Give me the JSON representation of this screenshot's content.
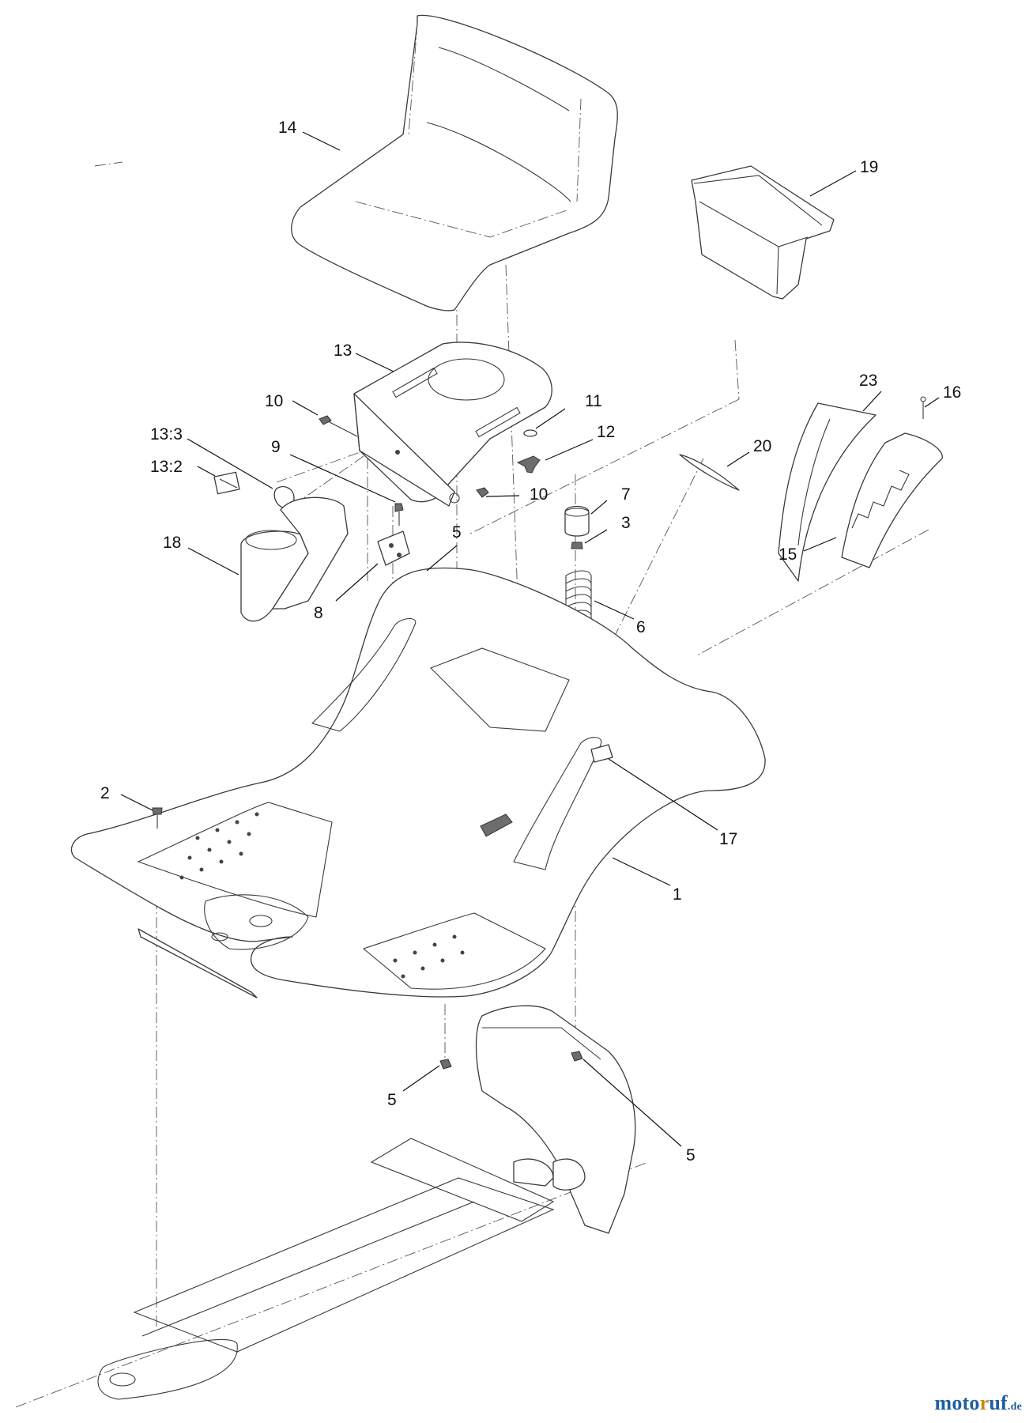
{
  "callouts": [
    {
      "label": "14"
    },
    {
      "label": "19"
    },
    {
      "label": "13"
    },
    {
      "label": "10"
    },
    {
      "label": "11"
    },
    {
      "label": "12"
    },
    {
      "label": "13:3"
    },
    {
      "label": "9"
    },
    {
      "label": "13:2"
    },
    {
      "label": "10"
    },
    {
      "label": "7"
    },
    {
      "label": "3"
    },
    {
      "label": "23"
    },
    {
      "label": "16"
    },
    {
      "label": "20"
    },
    {
      "label": "18"
    },
    {
      "label": "5"
    },
    {
      "label": "8"
    },
    {
      "label": "6"
    },
    {
      "label": "15"
    },
    {
      "label": "2"
    },
    {
      "label": "17"
    },
    {
      "label": "1"
    },
    {
      "label": "5"
    },
    {
      "label": "5"
    }
  ],
  "watermark": {
    "main": "moto",
    "accent": "r",
    "rest": "uf",
    "tld": ".de"
  },
  "colors": {
    "line": "#3a3a3a",
    "brand_blue": "#1f5e9e",
    "brand_gold": "#c48a16"
  }
}
